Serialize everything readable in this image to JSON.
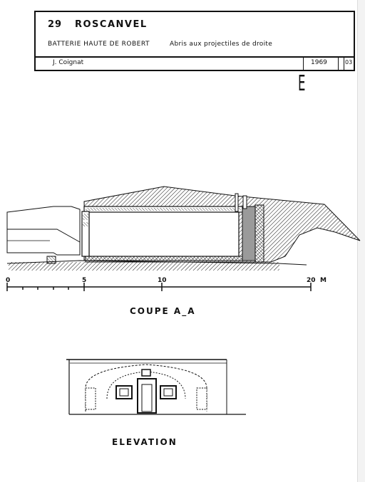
{
  "title_block": {
    "number": "29",
    "commune": "ROSCANVEL",
    "site": "BATTERIE HAUTE DE ROBERT",
    "description": "Abris aux projectiles de droite",
    "author": "J. Coignat",
    "year": "1969",
    "sheet": "03"
  },
  "series_letter": "E",
  "section": {
    "caption": "COUPE A_A",
    "scale_ticks": [
      "0",
      "5",
      "10",
      "20"
    ],
    "scale_unit": "M"
  },
  "elevation": {
    "caption": "ELEVATION"
  }
}
